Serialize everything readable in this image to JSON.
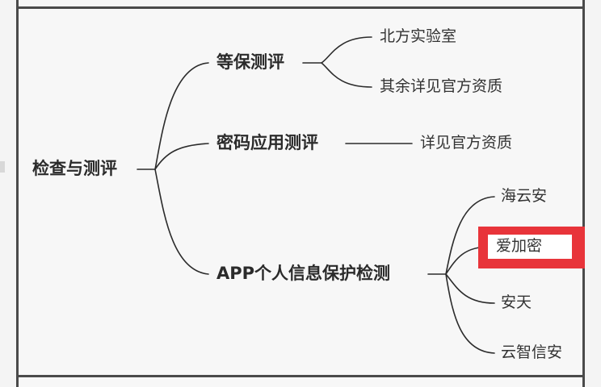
{
  "diagram": {
    "root": {
      "label": "检查与测评"
    },
    "branches": [
      {
        "label": "等保测评",
        "children": [
          "北方实验室",
          "其余详见官方资质"
        ]
      },
      {
        "label": "密码应用测评",
        "children": [
          "详见官方资质"
        ]
      },
      {
        "label": "APP个人信息保护检测",
        "children": [
          "海云安",
          "爱加密",
          "安天",
          "云智信安"
        ]
      }
    ],
    "highlighted_node": "爱加密"
  },
  "colors": {
    "line": "#2b2b2b",
    "text": "#2b2b2b",
    "highlight": "#e8343a",
    "frame": "#4a4a4a",
    "background": "#f7f7f7"
  }
}
